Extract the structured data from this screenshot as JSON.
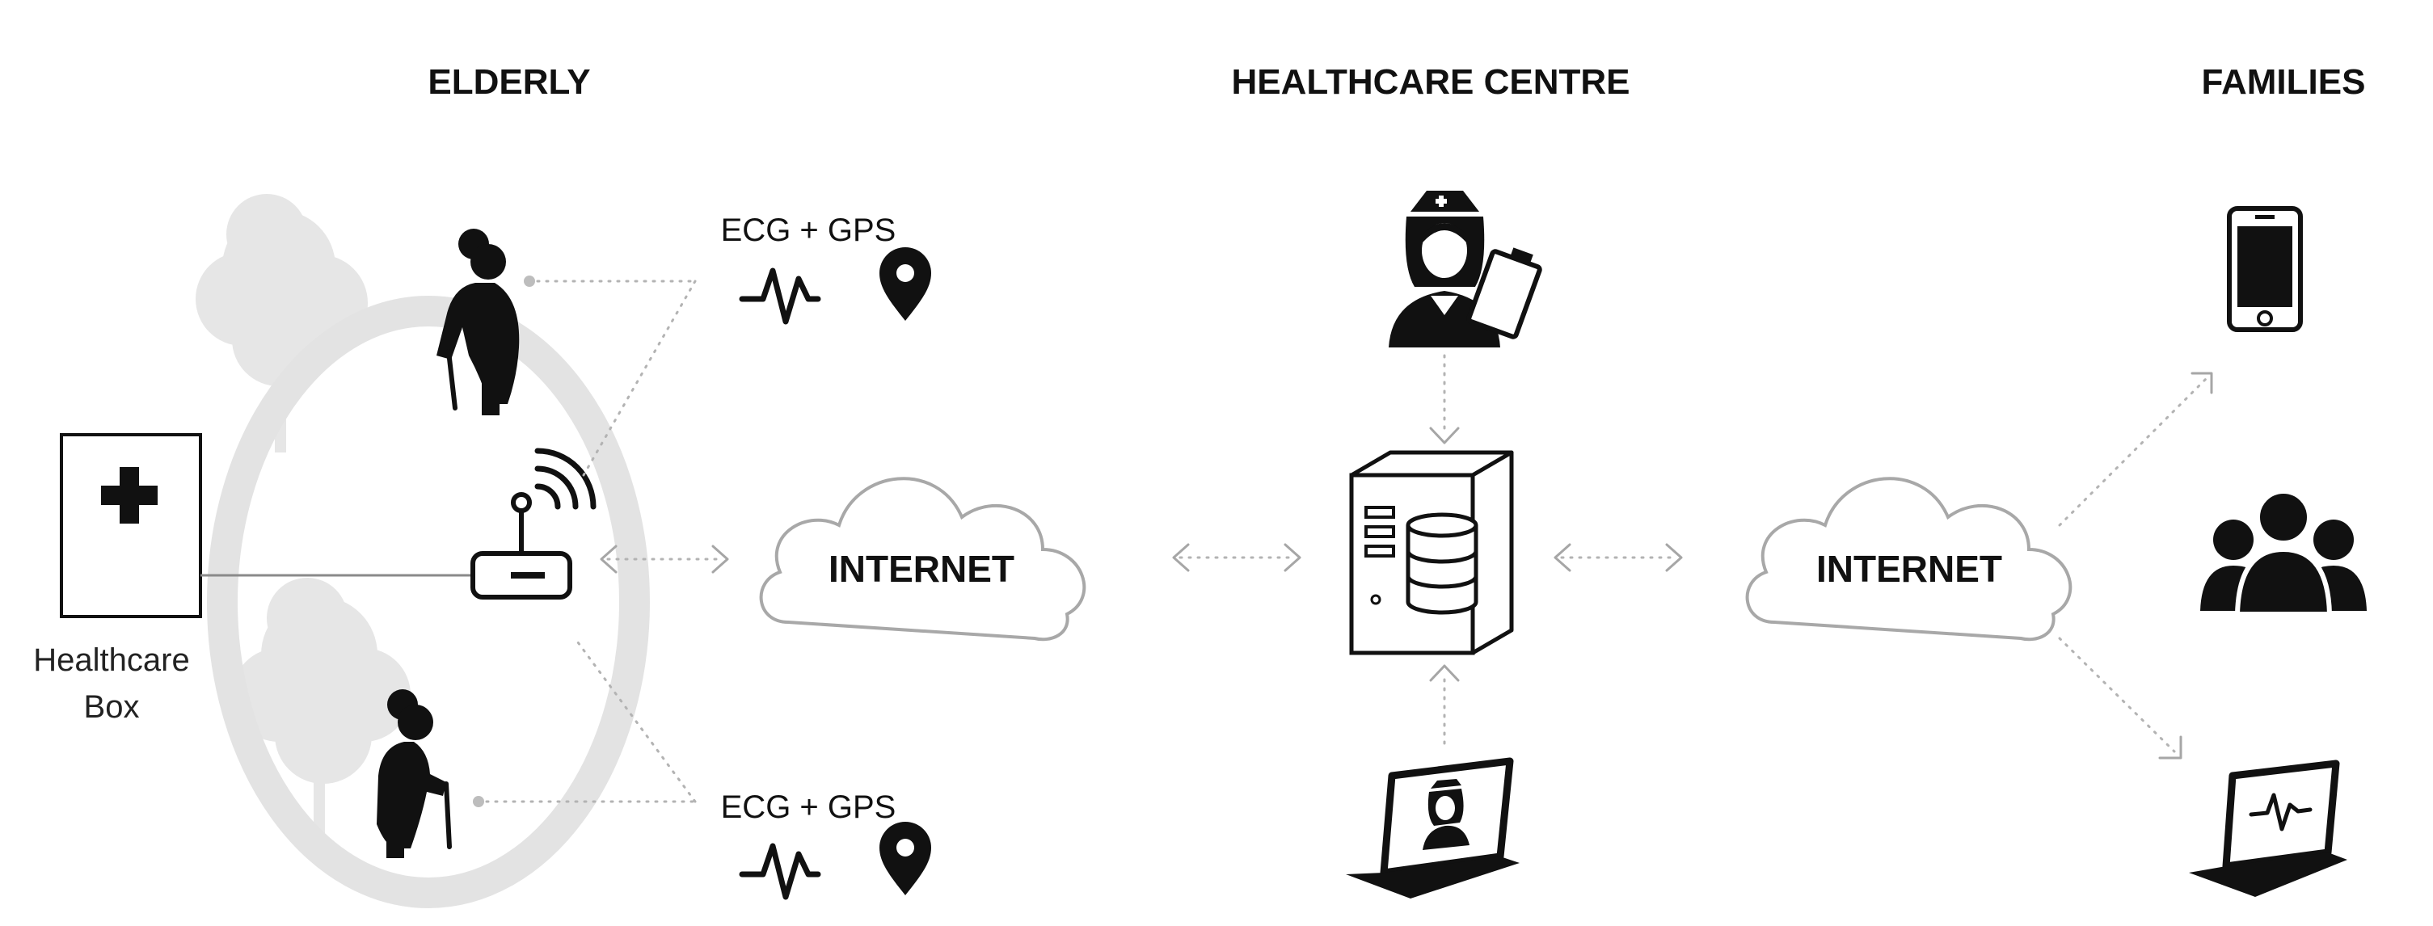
{
  "sections": {
    "elderly": "ELDERLY",
    "healthcare_centre": "HEALTHCARE CENTRE",
    "families": "FAMILIES"
  },
  "clouds": {
    "left": "INTERNET",
    "right": "INTERNET"
  },
  "sensors": {
    "top": "ECG + GPS",
    "bottom": "ECG + GPS"
  },
  "healthcare_box": {
    "line1": "Healthcare",
    "line2": "Box"
  },
  "icons": [
    "tree-icon",
    "elderly-person-icon",
    "wifi-router-icon",
    "medical-cross-icon",
    "ecg-heartbeat-icon",
    "location-pin-icon",
    "cloud-icon",
    "nurse-icon",
    "clipboard-icon",
    "server-database-icon",
    "laptop-icon",
    "smartphone-icon",
    "group-icon"
  ],
  "colors": {
    "ink": "#111111",
    "connector": "#b3b3b3",
    "halo": "#e3e3e3",
    "tree": "#e6e6e6"
  }
}
